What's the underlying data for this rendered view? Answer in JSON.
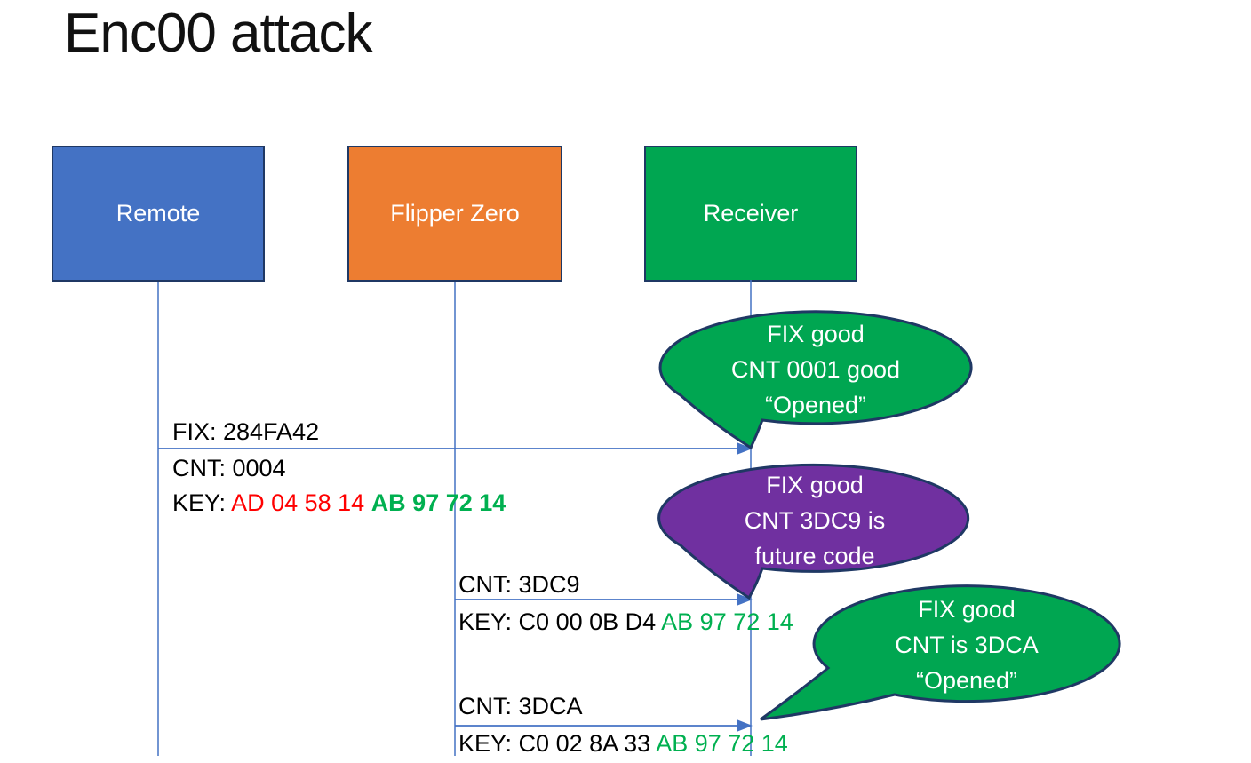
{
  "title": "Enc00 attack",
  "actors": [
    {
      "label": "Remote",
      "fill": "#4472C4"
    },
    {
      "label": "Flipper Zero",
      "fill": "#ED7D31"
    },
    {
      "label": "Receiver",
      "fill": "#00A651"
    }
  ],
  "messages": {
    "m1": {
      "fix": "FIX: 284FA42",
      "cnt": "CNT: 0004",
      "key_prefix": "KEY: ",
      "key_red": "AD 04 58 14 ",
      "key_green": "AB 97 72 14"
    },
    "m2": {
      "cnt": "CNT: 3DC9",
      "key_prefix": "KEY: ",
      "key_black": "C0 00 0B D4 ",
      "key_green": "AB 97 72 14"
    },
    "m3": {
      "cnt": "CNT: 3DCA",
      "key_prefix": "KEY: ",
      "key_black": "C0 02 8A 33 ",
      "key_green": "AB 97 72 14"
    }
  },
  "bubbles": {
    "b1": {
      "line1": "FIX good",
      "line2": "CNT 0001 good",
      "line3": "“Opened”",
      "fill": "#00A651"
    },
    "b2": {
      "line1": "FIX good",
      "line2": "CNT 3DC9 is",
      "line3": "future code",
      "fill": "#7030A0"
    },
    "b3": {
      "line1": "FIX good",
      "line2": "CNT is 3DCA",
      "line3": "“Opened”",
      "fill": "#00A651"
    }
  },
  "colors": {
    "arrow_and_lifeline": "#4472C4",
    "shape_border": "#1F3864",
    "key_red_text": "#FF0000",
    "key_green_text": "#00B050",
    "remote_fill": "#4472C4",
    "flipper_fill": "#ED7D31",
    "receiver_fill": "#00A651",
    "bubble_purple_fill": "#7030A0"
  }
}
